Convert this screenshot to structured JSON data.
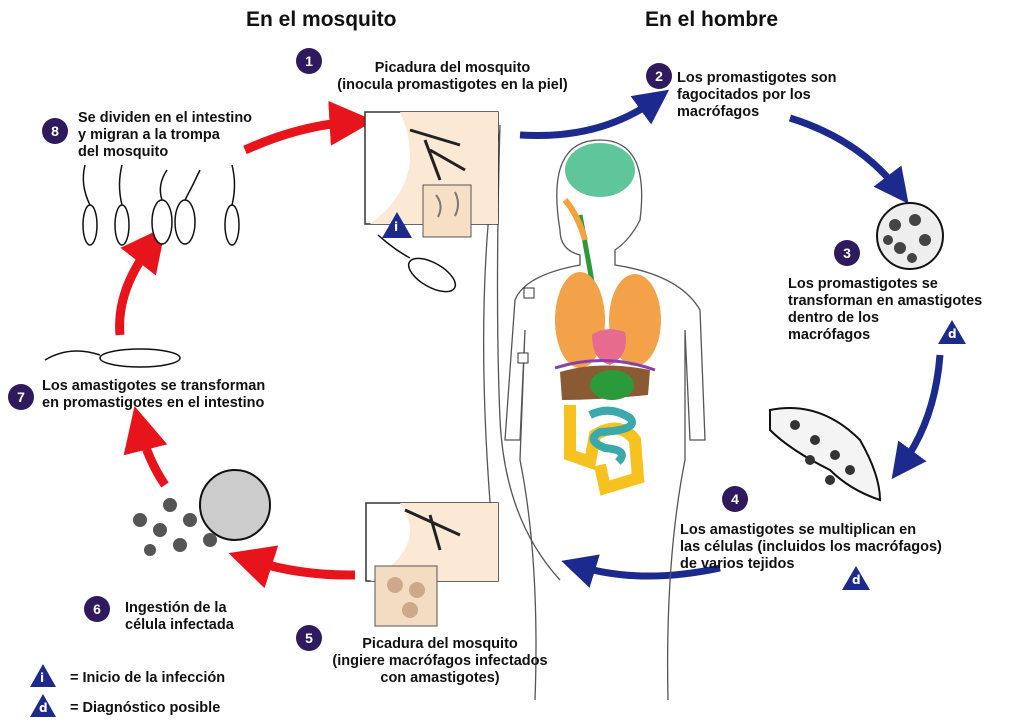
{
  "headers": {
    "mosquito": "En el mosquito",
    "human": "En el hombre"
  },
  "steps": [
    {
      "n": "1",
      "lines": [
        "Picadura del mosquito",
        "(inocula promastigotes en la piel)"
      ]
    },
    {
      "n": "2",
      "lines": [
        "Los promastigotes son",
        "fagocitados por los",
        "macrófagos"
      ]
    },
    {
      "n": "3",
      "lines": [
        "Los promastigotes se",
        "transforman en amastigotes",
        "dentro de los",
        "macrófagos"
      ]
    },
    {
      "n": "4",
      "lines": [
        "Los amastigotes se multiplican en",
        "las células (incluidos los macrófagos)",
        "de varios tejidos"
      ]
    },
    {
      "n": "5",
      "lines": [
        "Picadura del mosquito",
        "(ingiere macrófagos infectados",
        "con amastigotes)"
      ]
    },
    {
      "n": "6",
      "lines": [
        "Ingestión de la",
        "célula infectada"
      ]
    },
    {
      "n": "7",
      "lines": [
        "Los amastigotes se transforman",
        "en promastigotes en el intestino"
      ]
    },
    {
      "n": "8",
      "lines": [
        "Se dividen en el intestino",
        "y migran a la trompa",
        "del mosquito"
      ]
    }
  ],
  "markers": {
    "infection": "i",
    "diagnosis": "d"
  },
  "legend": {
    "infection_label": "= Inicio de la infección",
    "diagnosis_label": "= Diagnóstico posible"
  },
  "colors": {
    "mosquito_arrows": "#e8141b",
    "human_arrows": "#1b2a8c",
    "step_badge": "#2e1a5c",
    "marker": "#1b2a8c"
  }
}
